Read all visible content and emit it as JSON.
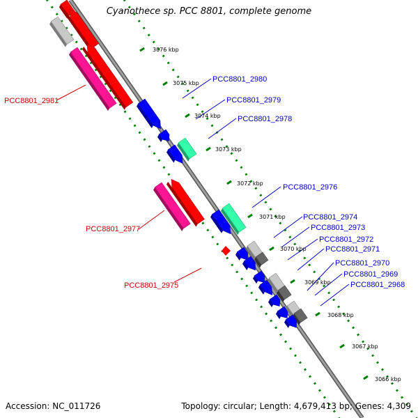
{
  "map": {
    "title": "Cyanothece sp. PCC 8801, complete genome",
    "accession": "Accession: NC_011726",
    "topology": "Topology: circular; Length: 4,679,413 bp; Genes: 4,309"
  },
  "colors": {
    "backbone": "#808080",
    "tick": "#008000",
    "forward_label": "#0000cc",
    "reverse_label": "#cc0000",
    "cds_blue": "#0000ff",
    "cds_red": "#ff0000",
    "cds_pink": "#ff1493",
    "cds_green": "#33ffaa",
    "cds_grey": "#c8c8c8",
    "cds_dark": "#666666"
  },
  "kbp_labels": [
    "3076 kbp",
    "3075 kbp",
    "3074 kbp",
    "3073 kbp",
    "3072 kbp",
    "3071 kbp",
    "3070 kbp",
    "3069 kbp",
    "3068 kbp",
    "3067 kbp",
    "3066 kbp"
  ],
  "forward_genes": [
    "PCC8801_2980",
    "PCC8801_2979",
    "PCC8801_2978",
    "PCC8801_2976",
    "PCC8801_2974",
    "PCC8801_2973",
    "PCC8801_2972",
    "PCC8801_2971",
    "PCC8801_2970",
    "PCC8801_2969",
    "PCC8801_2968"
  ],
  "reverse_genes": [
    "PCC8801_2981",
    "PCC8801_2977",
    "PCC8801_2975"
  ]
}
